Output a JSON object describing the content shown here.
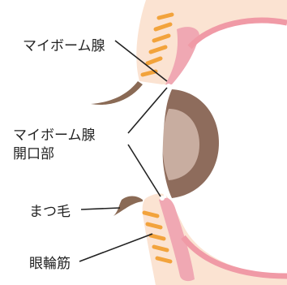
{
  "labels": {
    "meibomian_gland": "マイボーム腺",
    "meibomian_orifice_line1": "マイボーム腺",
    "meibomian_orifice_line2": "開口部",
    "eyelash": "まつ毛",
    "orbicularis": "眼輪筋"
  },
  "colors": {
    "skin": "#fbe3d2",
    "lid_pink": "#f0a8b3",
    "sclera_line": "#f09aa6",
    "gland": "#f2a33c",
    "iris": "#8e6c5c",
    "lens": "#c8ada0",
    "lash": "#8a6a55",
    "leader": "#222222"
  }
}
